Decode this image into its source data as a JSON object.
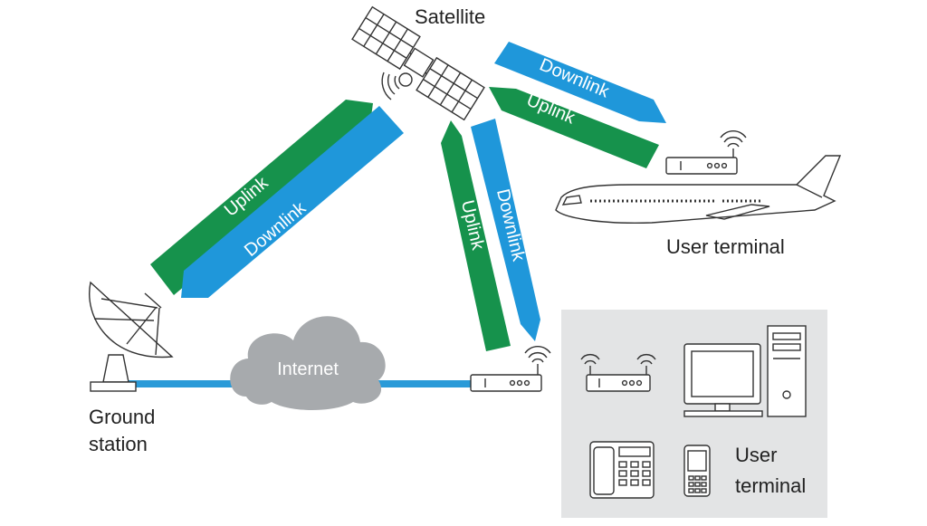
{
  "labels": {
    "satellite": "Satellite",
    "ground_station_line1": "Ground",
    "ground_station_line2": "station",
    "internet": "Internet",
    "user_terminal_plane": "User terminal",
    "user_terminal_box_line1": "User",
    "user_terminal_box_line2": "terminal"
  },
  "links": {
    "ground_uplink": "Uplink",
    "ground_downlink": "Downlink",
    "router_uplink": "Uplink",
    "router_downlink": "Downlink",
    "plane_downlink": "Downlink",
    "plane_uplink": "Uplink"
  },
  "colors": {
    "uplink": "#16924c",
    "downlink": "#1f97da",
    "wire": "#2a9ad8",
    "cloud": "#a7aaad",
    "panel": "#e3e4e5"
  },
  "icons": [
    "satellite-icon",
    "dish-icon",
    "cloud-icon",
    "router-icon",
    "airplane-icon",
    "computer-icon",
    "desk-phone-icon",
    "mobile-phone-icon",
    "wifi-icon"
  ]
}
